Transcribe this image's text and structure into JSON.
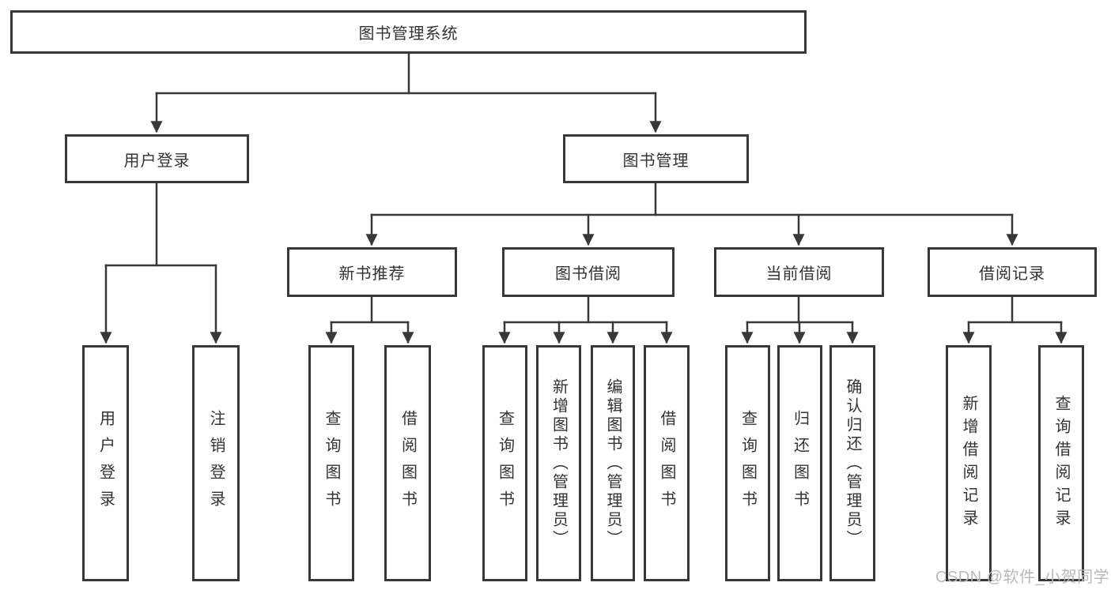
{
  "meta": {
    "type": "hierarchy-diagram",
    "colors": {
      "line": "#383838",
      "box_border": "#383838",
      "box_fill": "#ffffff",
      "text": "#333333",
      "watermark": "#b9b9b9"
    }
  },
  "tree": {
    "label": "图书管理系统",
    "children": [
      {
        "label": "用户登录",
        "children": [
          {
            "label": "用户登录"
          },
          {
            "label": "注销登录"
          }
        ]
      },
      {
        "label": "图书管理",
        "children": [
          {
            "label": "新书推荐",
            "children": [
              {
                "label": "查询图书"
              },
              {
                "label": "借阅图书"
              }
            ]
          },
          {
            "label": "图书借阅",
            "children": [
              {
                "label": "查询图书"
              },
              {
                "label": "新增图书（管理员）"
              },
              {
                "label": "编辑图书（管理员）"
              },
              {
                "label": "借阅图书"
              }
            ]
          },
          {
            "label": "当前借阅",
            "children": [
              {
                "label": "查询图书"
              },
              {
                "label": "归还图书"
              },
              {
                "label": "确认归还（管理员）"
              }
            ]
          },
          {
            "label": "借阅记录",
            "children": [
              {
                "label": "新增借阅记录"
              },
              {
                "label": "查询借阅记录"
              }
            ]
          }
        ]
      }
    ]
  },
  "watermark": {
    "text": "CSDN @软件_小贺同学"
  }
}
